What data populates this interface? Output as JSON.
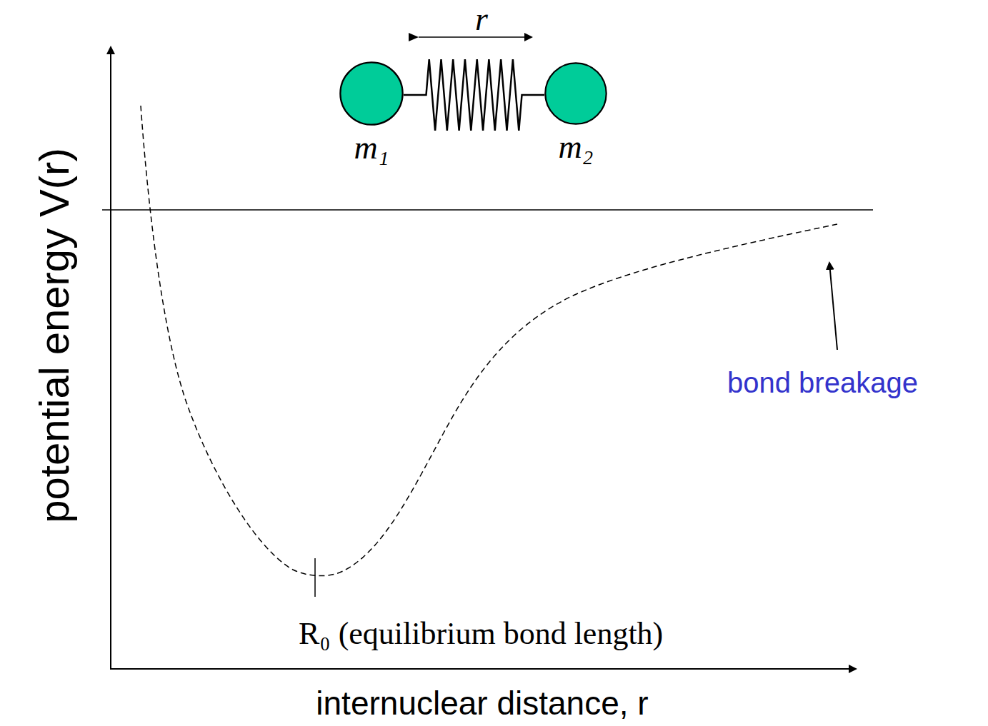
{
  "diagram": {
    "nodes": [
      {
        "text": [
          "m₁"
        ]
      },
      {
        "text": [
          "m₂"
        ]
      }
    ],
    "edges": [
      {
        "from": 0,
        "to": 1,
        "arrow": "none"
      }
    ],
    "labels": [
      "r",
      "potential energy V(r)",
      "internuclear distance, r",
      "bond breakage",
      "R₀ (equilibrium bond length)"
    ]
  }
}
